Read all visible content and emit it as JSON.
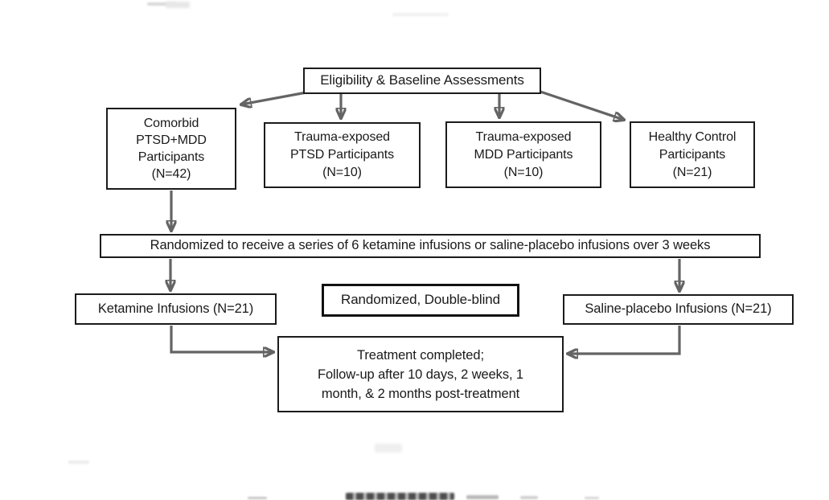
{
  "theme": {
    "bg": "#ffffff",
    "ink": "#1b1b1b",
    "text": "#1a1a1a",
    "arrow": "#646464",
    "emph": "#111111"
  },
  "figure": {
    "type": "flowchart",
    "nodes": {
      "eligibility": {
        "label": "Eligibility & Baseline Assessments"
      },
      "comorbid": {
        "lines": [
          "Comorbid",
          "PTSD+MDD",
          "Participants",
          "(N=42)"
        ]
      },
      "trauma_ptsd": {
        "lines": [
          "Trauma-exposed",
          "PTSD Participants",
          "(N=10)"
        ]
      },
      "trauma_mdd": {
        "lines": [
          "Trauma-exposed",
          "MDD Participants",
          "(N=10)"
        ]
      },
      "healthy_control": {
        "lines": [
          "Healthy Control",
          "Participants",
          "(N=21)"
        ]
      },
      "randomization": {
        "label": "Randomized to receive a series of 6 ketamine infusions or saline-placebo infusions over 3 weeks"
      },
      "ketamine": {
        "label": "Ketamine Infusions (N=21)"
      },
      "double_blind": {
        "label": "Randomized, Double-blind"
      },
      "saline": {
        "label": "Saline-placebo Infusions (N=21)"
      },
      "treatment": {
        "lines": [
          "Treatment completed;",
          "Follow-up after 10 days, 2 weeks, 1",
          "month, & 2 months post-treatment"
        ]
      }
    },
    "edges": [
      {
        "from": "eligibility",
        "to": "comorbid"
      },
      {
        "from": "eligibility",
        "to": "trauma_ptsd"
      },
      {
        "from": "eligibility",
        "to": "trauma_mdd"
      },
      {
        "from": "eligibility",
        "to": "healthy_control"
      },
      {
        "from": "comorbid",
        "to": "randomization"
      },
      {
        "from": "randomization",
        "to": "ketamine"
      },
      {
        "from": "randomization",
        "to": "saline"
      },
      {
        "from": "ketamine",
        "to": "treatment"
      },
      {
        "from": "saline",
        "to": "treatment"
      }
    ]
  }
}
